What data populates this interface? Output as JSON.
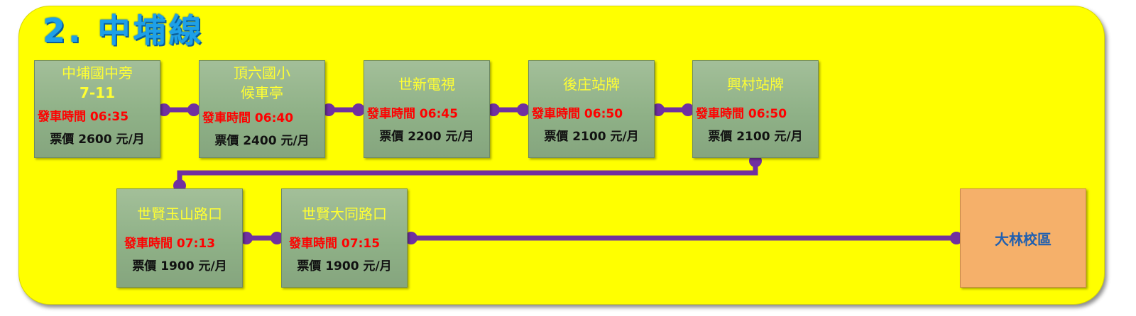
{
  "route": {
    "title": "2. 中埔線"
  },
  "stops": [
    {
      "name": "中埔國中旁",
      "sub": "7-11",
      "time": "發車時間 06:35",
      "fare": "票價 2600 元/月"
    },
    {
      "name": "頂六國小",
      "sub": "候車亭",
      "time": "發車時間 06:40",
      "fare": "票價 2400 元/月"
    },
    {
      "name": "世新電視",
      "sub": "",
      "time": "發車時間 06:45",
      "fare": "票價 2200 元/月"
    },
    {
      "name": "後庄站牌",
      "sub": "",
      "time": "發車時間 06:50",
      "fare": "票價 2100 元/月"
    },
    {
      "name": "興村站牌",
      "sub": "",
      "time": "發車時間 06:50",
      "fare": "票價 2100 元/月"
    },
    {
      "name": "世賢玉山路口",
      "sub": "",
      "time": "發車時間 07:13",
      "fare": "票價 1900 元/月"
    },
    {
      "name": "世賢大同路口",
      "sub": "",
      "time": "發車時間 07:15",
      "fare": "票價 1900 元/月"
    }
  ],
  "destination": {
    "name": "大林校區"
  },
  "colors": {
    "panel": "#ffff00",
    "connector": "#7030a0",
    "stop_box": "#8fb187",
    "stop_name": "#ffff33",
    "time_text": "#ff0000",
    "destination_box": "#f5b06a",
    "destination_text": "#1f5fb0",
    "title_text": "#1ea0e8"
  }
}
